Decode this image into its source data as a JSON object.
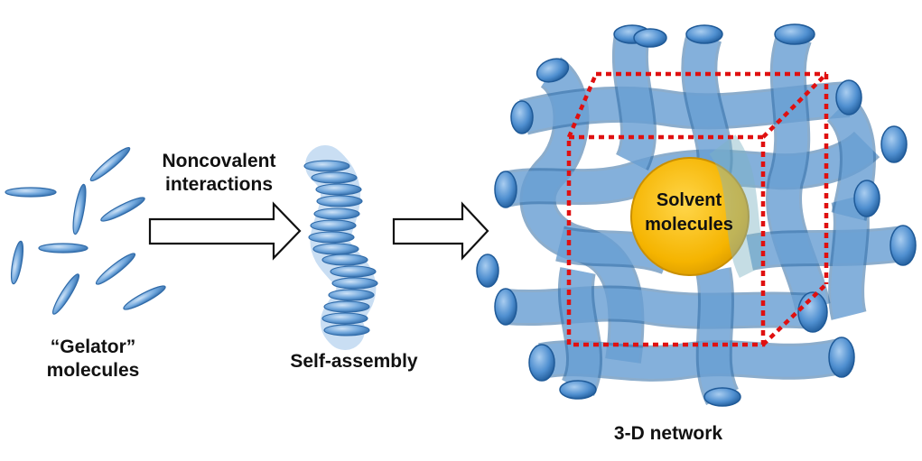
{
  "labels": {
    "gelator": [
      "“Gelator”",
      "molecules"
    ],
    "noncovalent": [
      "Noncovalent",
      "interactions"
    ],
    "self_assembly": "Self-assembly",
    "network": "3-D network",
    "solvent": [
      "Solvent",
      "molecules"
    ]
  },
  "colors": {
    "molecule_fill": "#6fa6dc",
    "molecule_edge": "#2f6aa8",
    "tube_fill": "#5b9bd8",
    "tube_edge": "#2e6aa3",
    "solvent_fill": "#f5b800",
    "solvent_edge": "#c98f00",
    "box_dash": "#e01010",
    "arrow_stroke": "#111111"
  }
}
